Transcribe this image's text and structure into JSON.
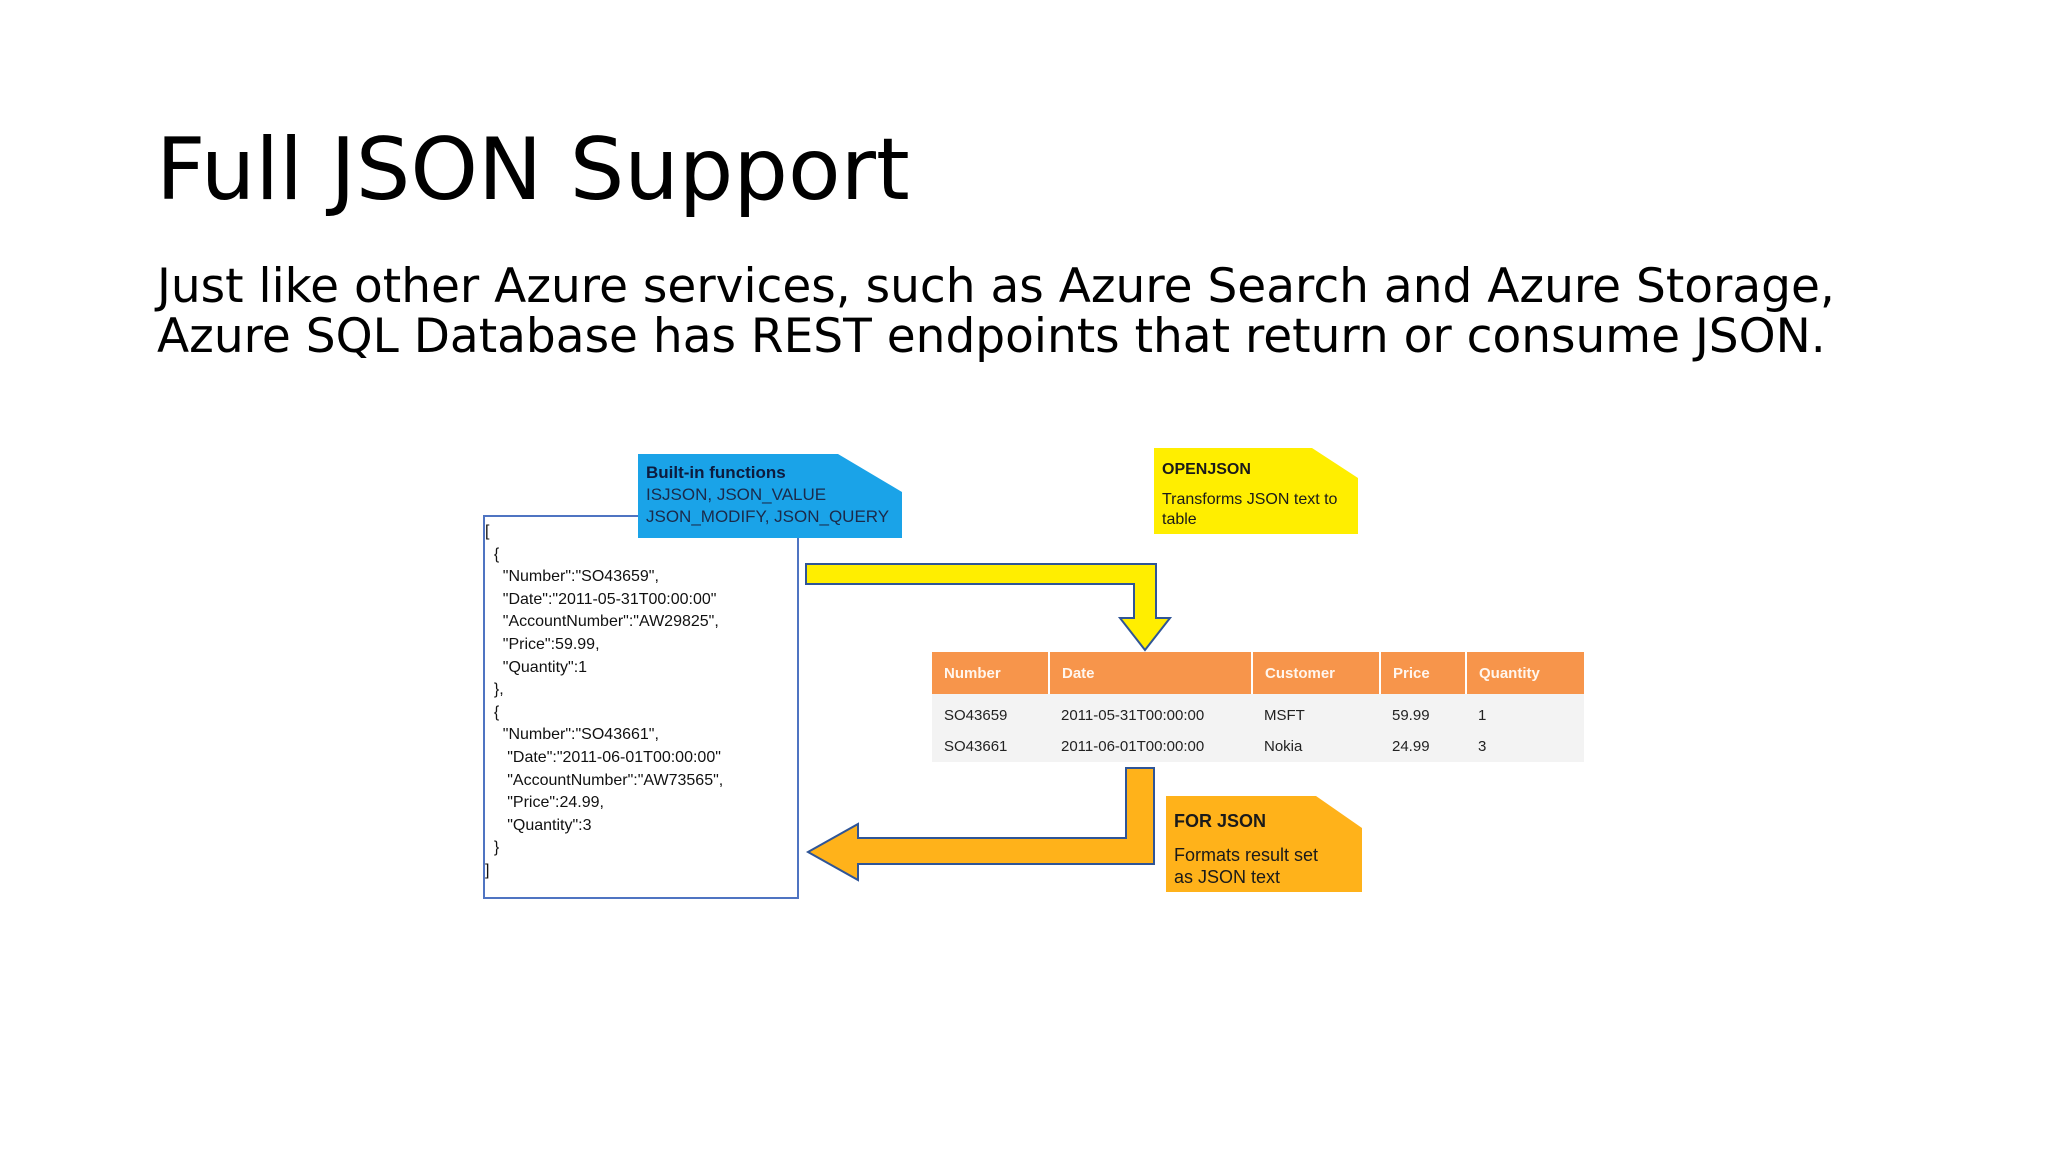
{
  "slide": {
    "title": "Full JSON Support",
    "subtitle_lines": [
      "Just like other Azure services, such as Azure Search and Azure Storage,",
      "Azure SQL Database has REST endpoints that return or consume JSON."
    ]
  },
  "diagram": {
    "json_lines": [
      "[",
      "  {",
      "    \"Number\":\"SO43659\",",
      "    \"Date\":\"2011-05-31T00:00:00\"",
      "    \"AccountNumber\":\"AW29825\",",
      "    \"Price\":59.99,",
      "    \"Quantity\":1",
      "  },",
      "  {",
      "    \"Number\":\"SO43661\",",
      "     \"Date\":\"2011-06-01T00:00:00\"",
      "     \"AccountNumber\":\"AW73565\",",
      "     \"Price\":24.99,",
      "     \"Quantity\":3",
      "  }",
      "]"
    ],
    "builtin_note": {
      "title": "Built-in functions",
      "lines": [
        "ISJSON, JSON_VALUE",
        "JSON_MODIFY, JSON_QUERY"
      ],
      "color": "#1aa3e8"
    },
    "openjson_note": {
      "title": "OPENJSON",
      "lines": [
        "Transforms JSON text to",
        "table"
      ],
      "color": "#ffee00"
    },
    "forjson_note": {
      "title": "FOR JSON",
      "lines": [
        "Formats result set",
        "as JSON text"
      ],
      "color": "#ffb21a"
    },
    "table": {
      "headers": [
        "Number",
        "Date",
        "Customer",
        "Price",
        "Quantity"
      ],
      "rows": [
        [
          "SO43659",
          "2011-05-31T00:00:00",
          "MSFT",
          "59.99",
          "1"
        ],
        [
          "SO43661",
          "2011-06-01T00:00:00",
          "Nokia",
          "24.99",
          "3"
        ]
      ],
      "header_color": "#f7954b"
    },
    "arrow_colors": {
      "openjson_arrow": "#ffee00",
      "forjson_arrow": "#ffb21a",
      "outline": "#2f5597"
    },
    "box_border_color": "#4f74c2"
  }
}
